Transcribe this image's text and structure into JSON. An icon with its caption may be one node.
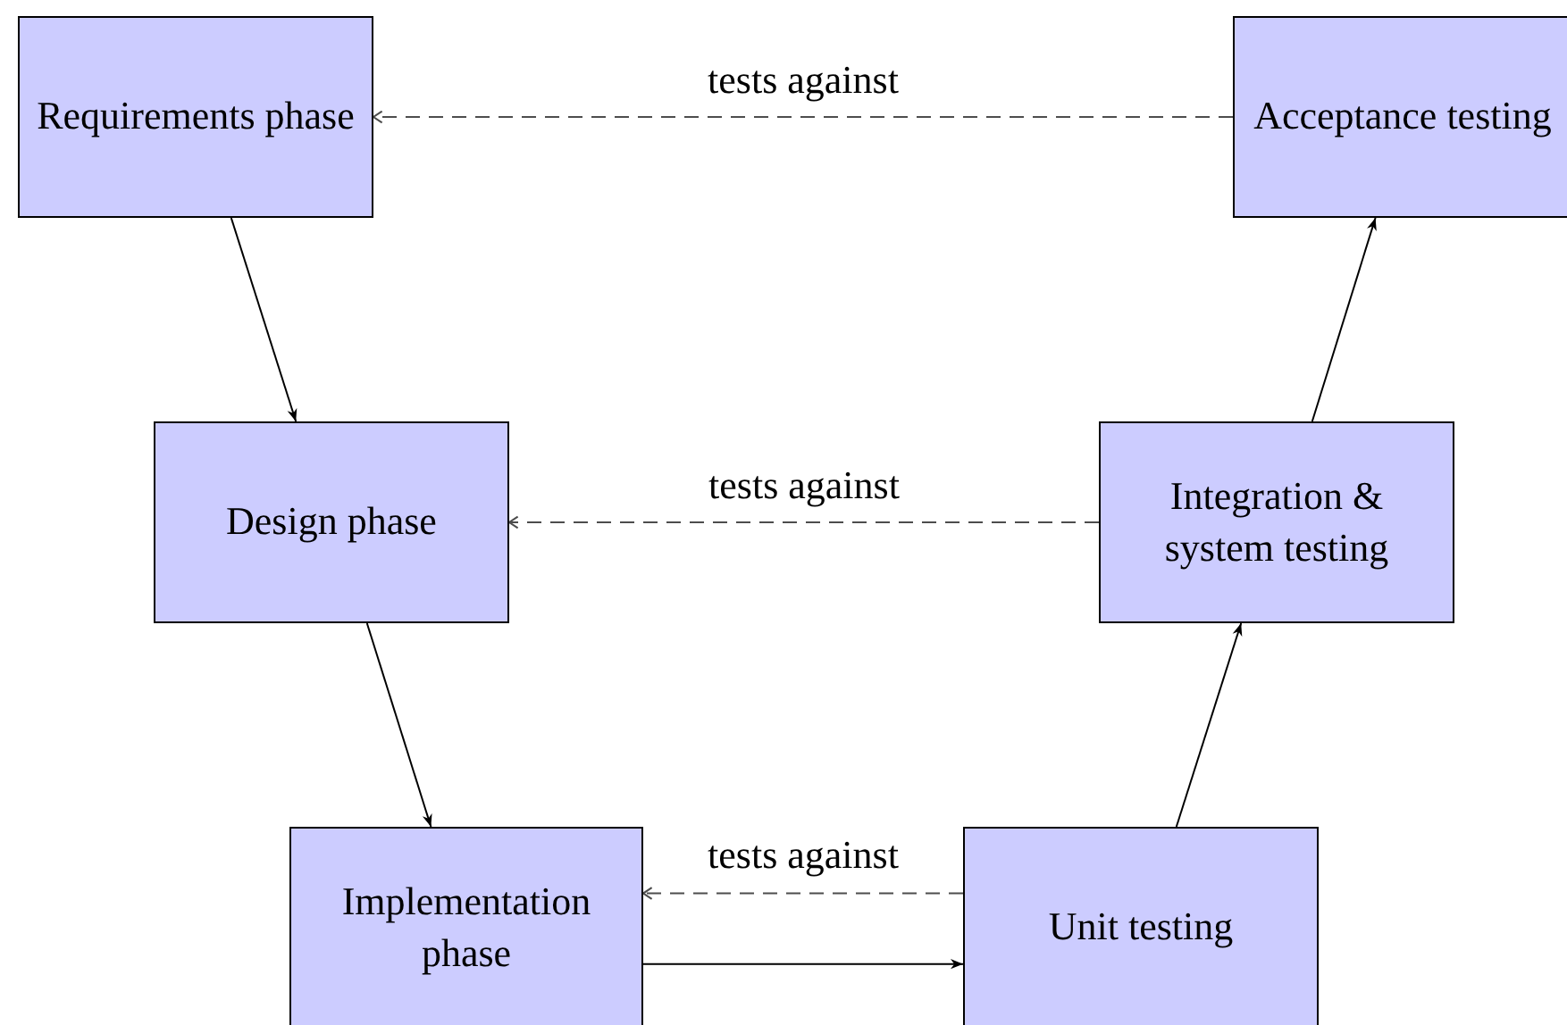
{
  "diagram": {
    "nodes": [
      {
        "text": [
          "Requirements phase"
        ]
      },
      {
        "text": [
          "Acceptance testing"
        ]
      },
      {
        "text": [
          "Design phase"
        ]
      },
      {
        "text": [
          "Integration & system testing"
        ]
      },
      {
        "text": [
          "Implementation phase"
        ]
      },
      {
        "text": [
          "Unit testing"
        ]
      }
    ],
    "edges": [
      {
        "from": 0,
        "to": 2,
        "arrow": "to"
      },
      {
        "from": 2,
        "to": 4,
        "arrow": "to"
      },
      {
        "from": 4,
        "to": 5,
        "arrow": "to"
      },
      {
        "from": 5,
        "to": 3,
        "arrow": "to"
      },
      {
        "from": 3,
        "to": 1,
        "arrow": "to"
      },
      {
        "from": 1,
        "to": 0,
        "arrow": "to",
        "label": "tests against",
        "style": "dashed",
        "color": "#4d4d4d"
      },
      {
        "from": 3,
        "to": 2,
        "arrow": "to",
        "label": "tests against",
        "style": "dashed",
        "color": "#4d4d4d"
      },
      {
        "from": 5,
        "to": 4,
        "arrow": "to",
        "label": "tests against",
        "style": "dashed",
        "color": "#4d4d4d"
      }
    ]
  }
}
